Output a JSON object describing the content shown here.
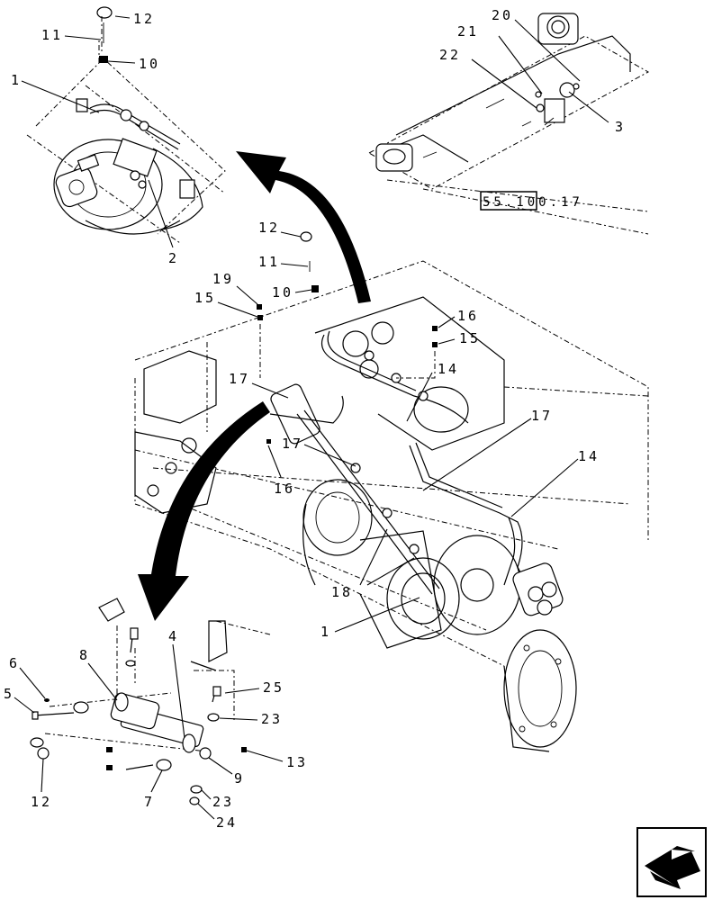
{
  "diagram": {
    "reference_box": "55.100.17",
    "callouts": {
      "top_left_12": "12",
      "top_left_11": "11",
      "top_left_10": "10",
      "top_left_1": "1",
      "top_left_2": "2",
      "top_right_20": "20",
      "top_right_21": "21",
      "top_right_22": "22",
      "top_right_3": "3",
      "center_12": "12",
      "center_11": "11",
      "center_10": "10",
      "center_19": "19",
      "center_15_left": "15",
      "center_16_right": "16",
      "center_15_right": "15",
      "center_14_upper": "14",
      "center_17_upper": "17",
      "center_17_mid": "17",
      "center_17_right": "17",
      "center_16_left": "16",
      "center_14_right": "14",
      "center_18": "18",
      "center_1": "1",
      "bottom_4": "4",
      "bottom_6": "6",
      "bottom_8": "8",
      "bottom_5": "5",
      "bottom_25": "25",
      "bottom_23_upper": "23",
      "bottom_13": "13",
      "bottom_9": "9",
      "bottom_12": "12",
      "bottom_7": "7",
      "bottom_23_lower": "23",
      "bottom_24": "24"
    }
  }
}
